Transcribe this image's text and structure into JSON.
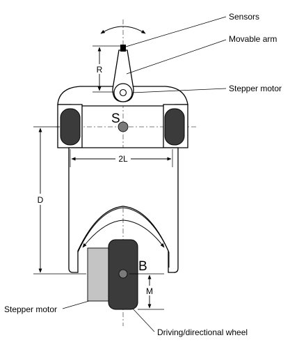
{
  "labels": {
    "sensors": "Sensors",
    "movable_arm": "Movable arm",
    "stepper_motor_top": "Stepper motor",
    "stepper_motor_bottom": "Stepper motor",
    "driving_wheel": "Driving/directional wheel"
  },
  "dimensions": {
    "r": "R",
    "two_l": "2L",
    "d": "D",
    "m": "M"
  },
  "points": {
    "s": "S",
    "b": "B"
  },
  "colors": {
    "wheel_fill": "#3b3b3b",
    "motor_fill": "#c4c4c4",
    "point_fill": "#7a7a7a"
  }
}
